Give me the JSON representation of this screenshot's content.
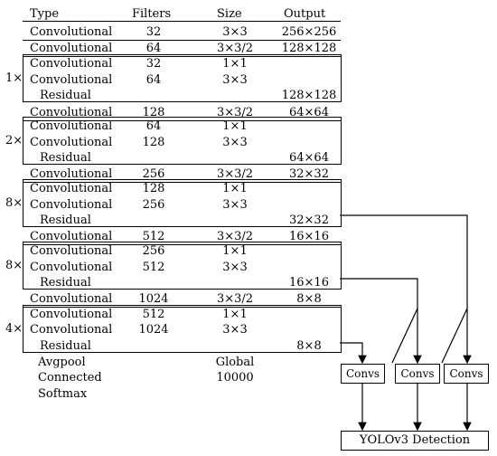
{
  "header": {
    "type": "Type",
    "filters": "Filters",
    "size": "Size",
    "output": "Output"
  },
  "rows": [
    {
      "type": "Convolutional",
      "filters": "32",
      "size": "3×3",
      "output": "256×256"
    },
    {
      "type": "Convolutional",
      "filters": "64",
      "size": "3×3/2",
      "output": "128×128"
    },
    {
      "type": "Convolutional",
      "filters": "32",
      "size": "1×1",
      "output": ""
    },
    {
      "type": "Convolutional",
      "filters": "64",
      "size": "3×3",
      "output": ""
    },
    {
      "type": "Residual",
      "filters": "",
      "size": "",
      "output": "128×128"
    },
    {
      "type": "Convolutional",
      "filters": "128",
      "size": "3×3/2",
      "output": "64×64"
    },
    {
      "type": "Convolutional",
      "filters": "64",
      "size": "1×1",
      "output": ""
    },
    {
      "type": "Convolutional",
      "filters": "128",
      "size": "3×3",
      "output": ""
    },
    {
      "type": "Residual",
      "filters": "",
      "size": "",
      "output": "64×64"
    },
    {
      "type": "Convolutional",
      "filters": "256",
      "size": "3×3/2",
      "output": "32×32"
    },
    {
      "type": "Convolutional",
      "filters": "128",
      "size": "1×1",
      "output": ""
    },
    {
      "type": "Convolutional",
      "filters": "256",
      "size": "3×3",
      "output": ""
    },
    {
      "type": "Residual",
      "filters": "",
      "size": "",
      "output": "32×32"
    },
    {
      "type": "Convolutional",
      "filters": "512",
      "size": "3×3/2",
      "output": "16×16"
    },
    {
      "type": "Convolutional",
      "filters": "256",
      "size": "1×1",
      "output": ""
    },
    {
      "type": "Convolutional",
      "filters": "512",
      "size": "3×3",
      "output": ""
    },
    {
      "type": "Residual",
      "filters": "",
      "size": "",
      "output": "16×16"
    },
    {
      "type": "Convolutional",
      "filters": "1024",
      "size": "3×3/2",
      "output": "8×8"
    },
    {
      "type": "Convolutional",
      "filters": "512",
      "size": "1×1",
      "output": ""
    },
    {
      "type": "Convolutional",
      "filters": "1024",
      "size": "3×3",
      "output": ""
    },
    {
      "type": "Residual",
      "filters": "",
      "size": "",
      "output": "8×8"
    },
    {
      "type": "Avgpool",
      "filters": "",
      "size": "Global",
      "output": ""
    },
    {
      "type": "Connected",
      "filters": "",
      "size": "10000",
      "output": ""
    },
    {
      "type": "Softmax",
      "filters": "",
      "size": "",
      "output": ""
    }
  ],
  "repeat_labels": [
    "1×",
    "2×",
    "8×",
    "8×",
    "4×"
  ],
  "convs_labels": [
    "Convs",
    "Convs",
    "Convs"
  ],
  "detection_label": "YOLOv3 Detection"
}
